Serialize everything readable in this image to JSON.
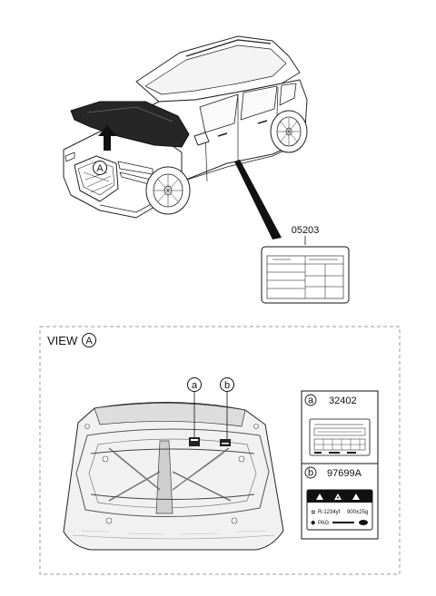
{
  "car": {
    "callout": "A",
    "part_label": "05203"
  },
  "view": {
    "title_word": "VIEW",
    "title_letter": "A",
    "callouts": {
      "a": "a",
      "b": "b"
    }
  },
  "legend": {
    "a": {
      "letter": "a",
      "part": "32402"
    },
    "b": {
      "letter": "b",
      "part": "97699A",
      "refrigerant": "R-1234yf",
      "amount": "900±25g",
      "oil": "PAG"
    }
  }
}
